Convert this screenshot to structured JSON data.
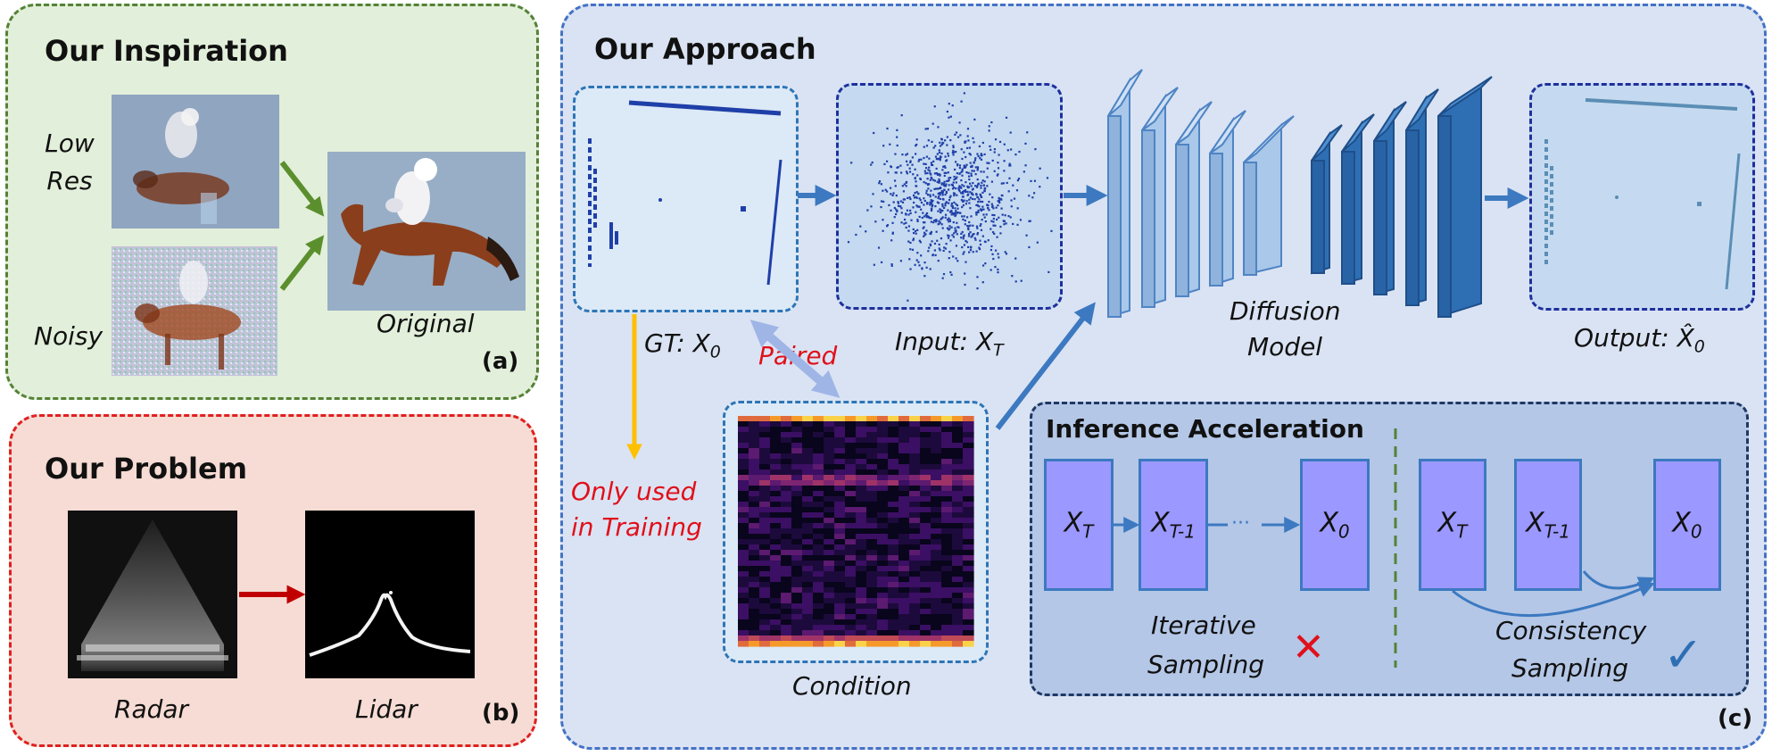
{
  "panel_a": {
    "title": "Our Inspiration",
    "low_res_label_1": "Low",
    "low_res_label_2": "Res",
    "noisy_label": "Noisy",
    "original_label": "Original",
    "tag": "(a)"
  },
  "panel_b": {
    "title": "Our Problem",
    "radar_label": "Radar",
    "lidar_label": "Lidar",
    "tag": "(b)"
  },
  "panel_c": {
    "title": "Our Approach",
    "gt_label": "GT: X",
    "gt_sub": "0",
    "input_label": "Input: X",
    "input_sub": "T",
    "diffusion_label_1": "Diffusion",
    "diffusion_label_2": "Model",
    "output_label": "Output: X̂",
    "output_sub": "0",
    "paired_label": "Paired",
    "only_used_1": "Only used",
    "only_used_2": "in Training",
    "condition_label": "Condition",
    "tag": "(c)"
  },
  "inference": {
    "title": "Inference Acceleration",
    "iterative": {
      "blocks": [
        {
          "main": "X",
          "sub": "T"
        },
        {
          "main": "X",
          "sub": "T-1"
        },
        {
          "main": "X",
          "sub": "0"
        }
      ],
      "label_1": "Iterative",
      "label_2": "Sampling",
      "mark": "✕"
    },
    "consistency": {
      "blocks": [
        {
          "main": "X",
          "sub": "T"
        },
        {
          "main": "X",
          "sub": "T-1"
        },
        {
          "main": "X",
          "sub": "0"
        }
      ],
      "label_1": "Consistency",
      "label_2": "Sampling",
      "mark": "✓"
    }
  },
  "colors": {
    "panel_a_bg": "#e2efda",
    "panel_a_border": "#548235",
    "panel_b_bg": "#f6dcd4",
    "panel_b_border": "#e02020",
    "panel_c_bg": "#dae3f3",
    "panel_c_border": "#4472c4",
    "block_fill": "#9b98ff",
    "arrow_blue": "#3c79c0",
    "arrow_green": "#5b8f2e",
    "arrow_red": "#c00000",
    "arrow_yellow": "#ffc000",
    "paired_arrow": "#9fb5e6"
  }
}
